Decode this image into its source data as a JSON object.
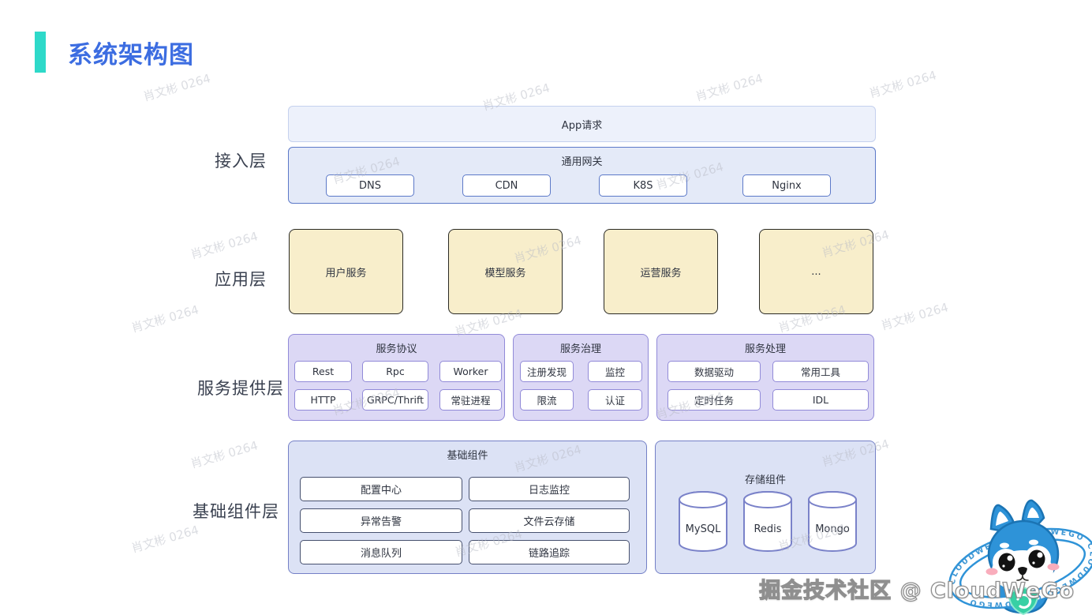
{
  "page": {
    "title": "系统架构图",
    "footer_credit": "掘金技术社区 @ CloudWeGo"
  },
  "watermark": {
    "text": "肖文彬 0264"
  },
  "colors": {
    "title_blue": "#3C6DE1",
    "accent_teal": "#2ED9C9",
    "request_fill": "#EDF1FB",
    "access_fill": "#E4EAF8",
    "access_border": "#5C79C8",
    "app_fill": "#F8EECB",
    "app_border": "#2A2A24",
    "provider_fill": "#DCD8F5",
    "provider_border": "#918AD8",
    "foundation_fill": "#DCE2F5",
    "foundation_border": "#7480C6",
    "cylinder_border": "#7A82C9",
    "mascot_blue": "#2E93D8",
    "shield_green": "#37D0A4"
  },
  "layers": {
    "access": {
      "label": "接入层",
      "app_request": "App请求",
      "gateway": {
        "title": "通用网关",
        "items": [
          "DNS",
          "CDN",
          "K8S",
          "Nginx"
        ]
      }
    },
    "application": {
      "label": "应用层",
      "services": [
        "用户服务",
        "模型服务",
        "运营服务",
        "..."
      ]
    },
    "service_provider": {
      "label": "服务提供层",
      "groups": [
        {
          "title": "服务协议",
          "items": [
            "Rest",
            "Rpc",
            "Worker",
            "HTTP",
            "GRPC/Thrift",
            "常驻进程"
          ]
        },
        {
          "title": "服务治理",
          "items": [
            "注册发现",
            "监控",
            "限流",
            "认证"
          ]
        },
        {
          "title": "服务处理",
          "items": [
            "数据驱动",
            "常用工具",
            "定时任务",
            "IDL"
          ]
        }
      ]
    },
    "foundation": {
      "label": "基础组件层",
      "base_components": {
        "title": "基础组件",
        "items": [
          "配置中心",
          "日志监控",
          "异常告警",
          "文件云存储",
          "消息队列",
          "链路追踪"
        ]
      },
      "storage": {
        "title": "存储组件",
        "items": [
          "MySQL",
          "Redis",
          "Mongo"
        ]
      }
    }
  },
  "mascot": {
    "ring_text": "CLOUDWEGO   CLOUDWEGO   CLOUDWEGO   CLOUDWEGO"
  }
}
